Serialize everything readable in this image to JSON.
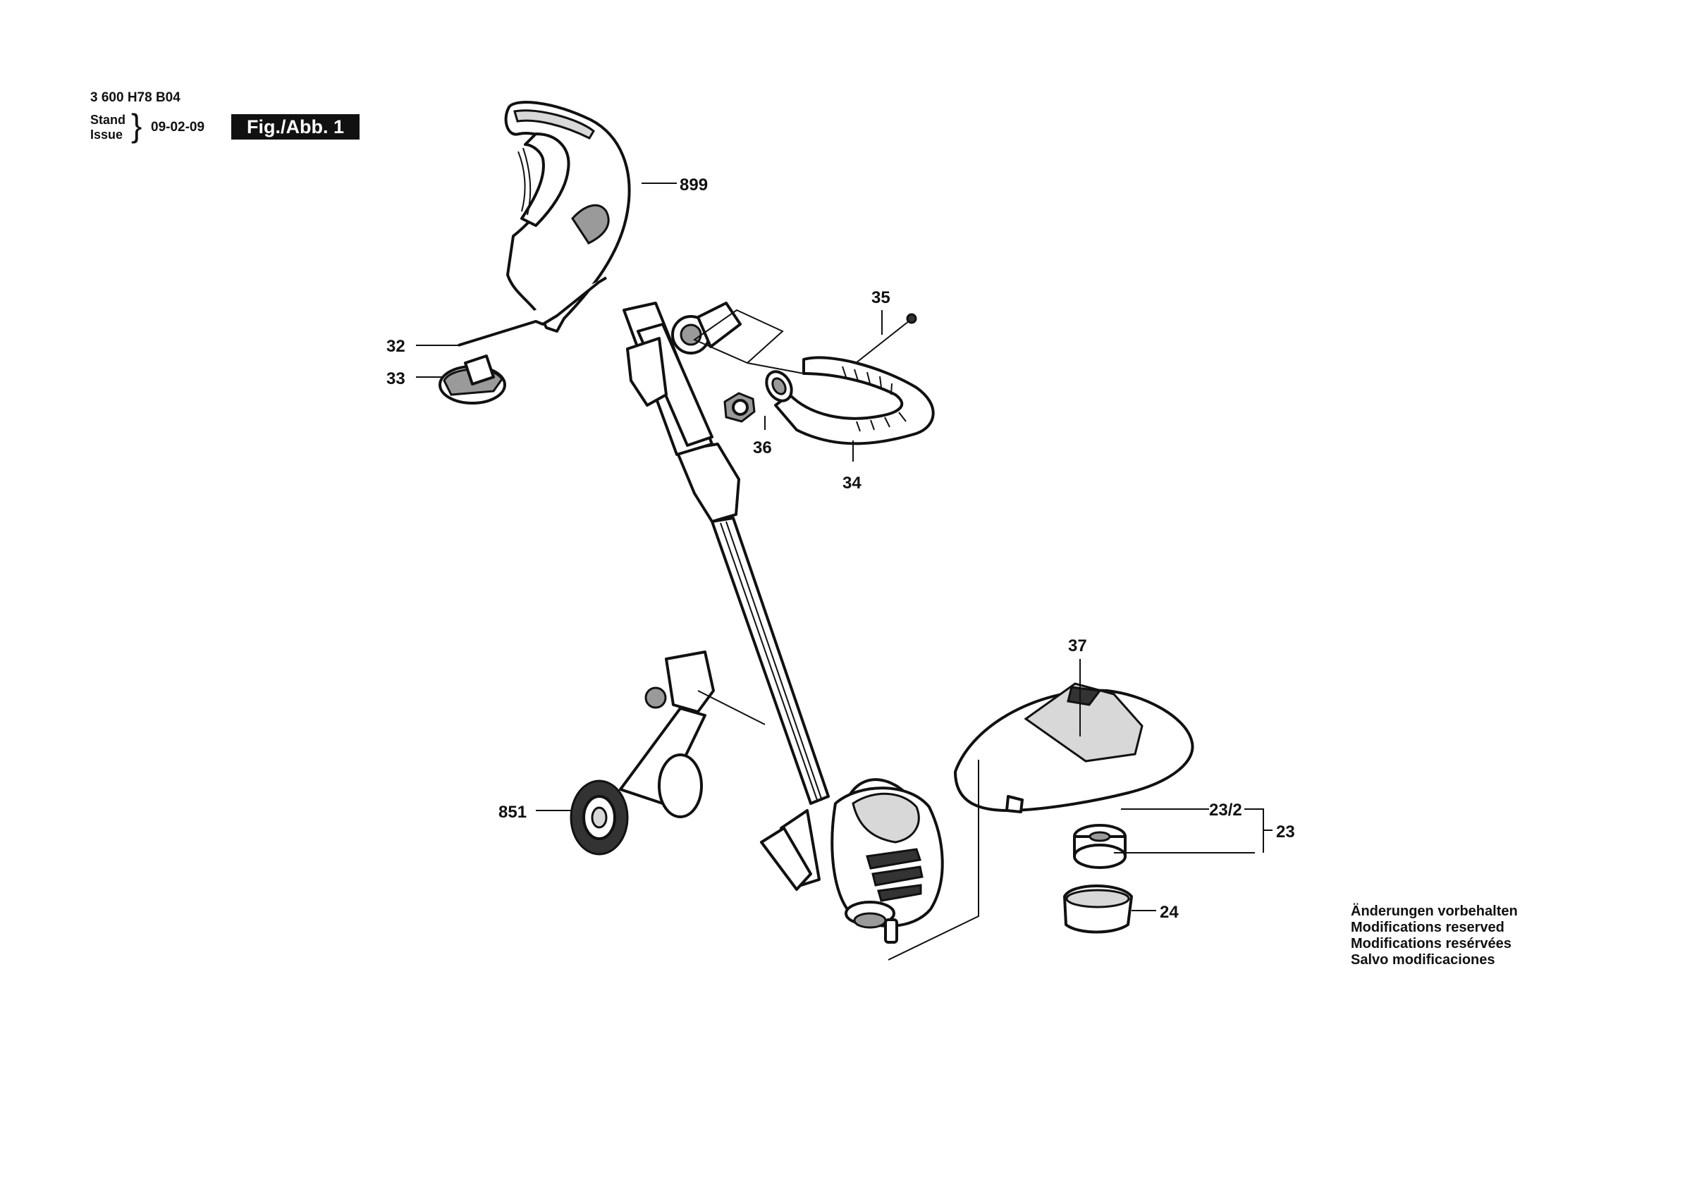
{
  "header": {
    "doc_number": "3 600 H78 B04",
    "stand": "Stand",
    "issue": "Issue",
    "brace": "}",
    "date": "09-02-09",
    "figure": "Fig./Abb. 1"
  },
  "parts": {
    "p899": "899",
    "p35": "35",
    "p32": "32",
    "p33": "33",
    "p36": "36",
    "p34": "34",
    "p37": "37",
    "p851": "851",
    "p23_2": "23/2",
    "p23": "23",
    "p24": "24"
  },
  "notes": [
    "Änderungen vorbehalten",
    "Modifications reserved",
    "Modifications resérvées",
    "Salvo modificaciones"
  ]
}
